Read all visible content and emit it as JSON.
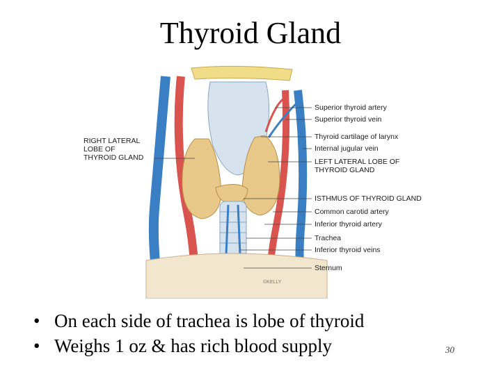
{
  "slide": {
    "title": "Thyroid Gland",
    "page_number": "30"
  },
  "figure": {
    "labels_left": [
      "RIGHT LATERAL",
      "LOBE OF",
      "THYROID GLAND"
    ],
    "labels_right": {
      "superior_thyroid_artery": "Superior thyroid artery",
      "superior_thyroid_vein": "Superior thyroid vein",
      "thyroid_cartilage": "Thyroid cartilage of larynx",
      "internal_jugular_vein": "Internal jugular vein",
      "left_lobe_1": "LEFT LATERAL LOBE OF",
      "left_lobe_2": "THYROID GLAND",
      "isthmus": "ISTHMUS OF THYROID GLAND",
      "common_carotid": "Common carotid artery",
      "inferior_thyroid_artery": "Inferior thyroid artery",
      "trachea": "Trachea",
      "inferior_thyroid_veins": "Inferior thyroid veins",
      "sternum": "Sternum"
    },
    "signature": "©KELLY"
  },
  "bullets": [
    "On each side of trachea is lobe of thyroid",
    "Weighs 1 oz & has rich blood supply"
  ],
  "colors": {
    "artery": "#d9534f",
    "vein": "#3a7fc4",
    "gland": "#e9c98a",
    "cartilage": "#d6e3ef",
    "bone": "#f1dc88"
  }
}
